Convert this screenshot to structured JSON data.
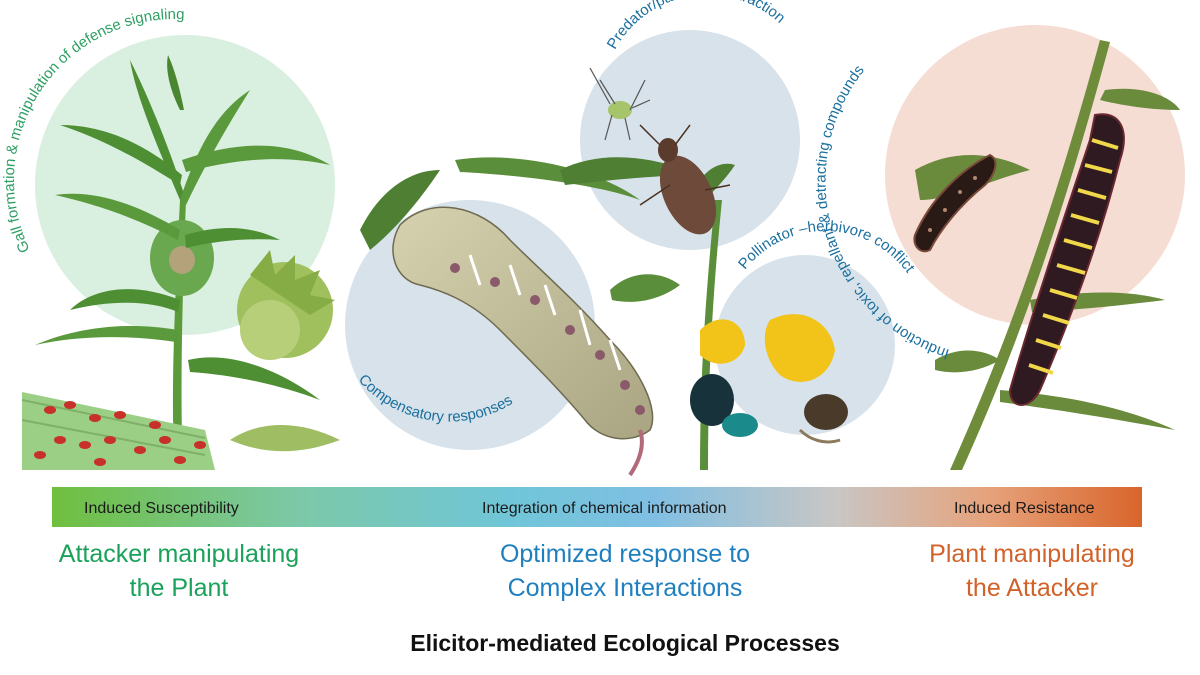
{
  "colors": {
    "green": "#1aa15a",
    "blue": "#1f7fbf",
    "orange": "#d2622a",
    "circle_green": "#d9efdf",
    "circle_blue": "#d6e2ea",
    "circle_pink": "#f5ddd3",
    "arc_text_green": "#2e9f63",
    "arc_text_blue": "#1b6f9e"
  },
  "arc_labels": {
    "gall": "Gall formation & manipulation of defense signaling",
    "predator": "Predator/parasitoid attraction",
    "toxic": "Induction of toxic, repellant & detracting compounds",
    "pollinator": "Pollinator –herbivore conflict",
    "compensatory": "Compensatory responses"
  },
  "gradient_bar": {
    "left_label": "Induced Susceptibility",
    "middle_label": "Integration of chemical information",
    "right_label": "Induced Resistance"
  },
  "captions": {
    "left": [
      "Attacker manipulating",
      "the Plant"
    ],
    "middle": [
      "Optimized response to",
      "Complex Interactions"
    ],
    "right": [
      "Plant manipulating",
      "the Attacker"
    ]
  },
  "footer": "Elicitor-mediated Ecological Processes",
  "illustrations": [
    "plant-gall-photo",
    "aphid-cluster-photo",
    "hornworm-caterpillar-photo",
    "aphid-insect-photo",
    "predator-bug-photo",
    "flower-with-bees-photo",
    "striped-caterpillar-photo",
    "small-caterpillar-photo"
  ]
}
